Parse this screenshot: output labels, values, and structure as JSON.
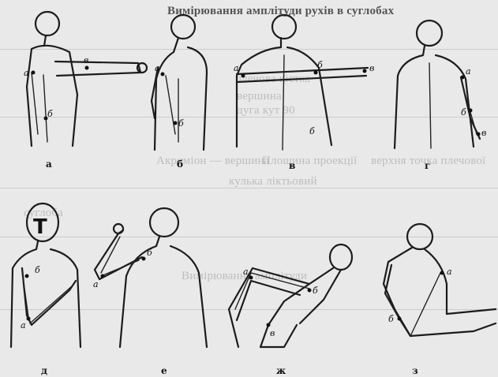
{
  "bleed_text": {
    "title": "Вимірювання амплітуди рухів в суглобах",
    "fragments": [
      "плечова кістка",
      "вершина",
      "дуга кут 90",
      "Площина проекції",
      "Акроміон — вершина",
      "верхня точка плечової",
      "кулька ліктьовий",
      "суглоба",
      "Вимірювання амплітуди"
    ]
  },
  "figures": [
    {
      "id": "а",
      "labels": [
        "а",
        "б",
        "в"
      ]
    },
    {
      "id": "б",
      "labels": [
        "а",
        "б"
      ]
    },
    {
      "id": "в",
      "labels": [
        "а",
        "б",
        "в"
      ]
    },
    {
      "id": "г",
      "labels": [
        "а",
        "б",
        "в"
      ]
    },
    {
      "id": "д",
      "labels": [
        "Т",
        "б",
        "а"
      ]
    },
    {
      "id": "е",
      "labels": [
        "б",
        "а"
      ]
    },
    {
      "id": "ж",
      "labels": [
        "а",
        "б",
        "в"
      ]
    },
    {
      "id": "з",
      "labels": [
        "а",
        "б"
      ]
    }
  ]
}
